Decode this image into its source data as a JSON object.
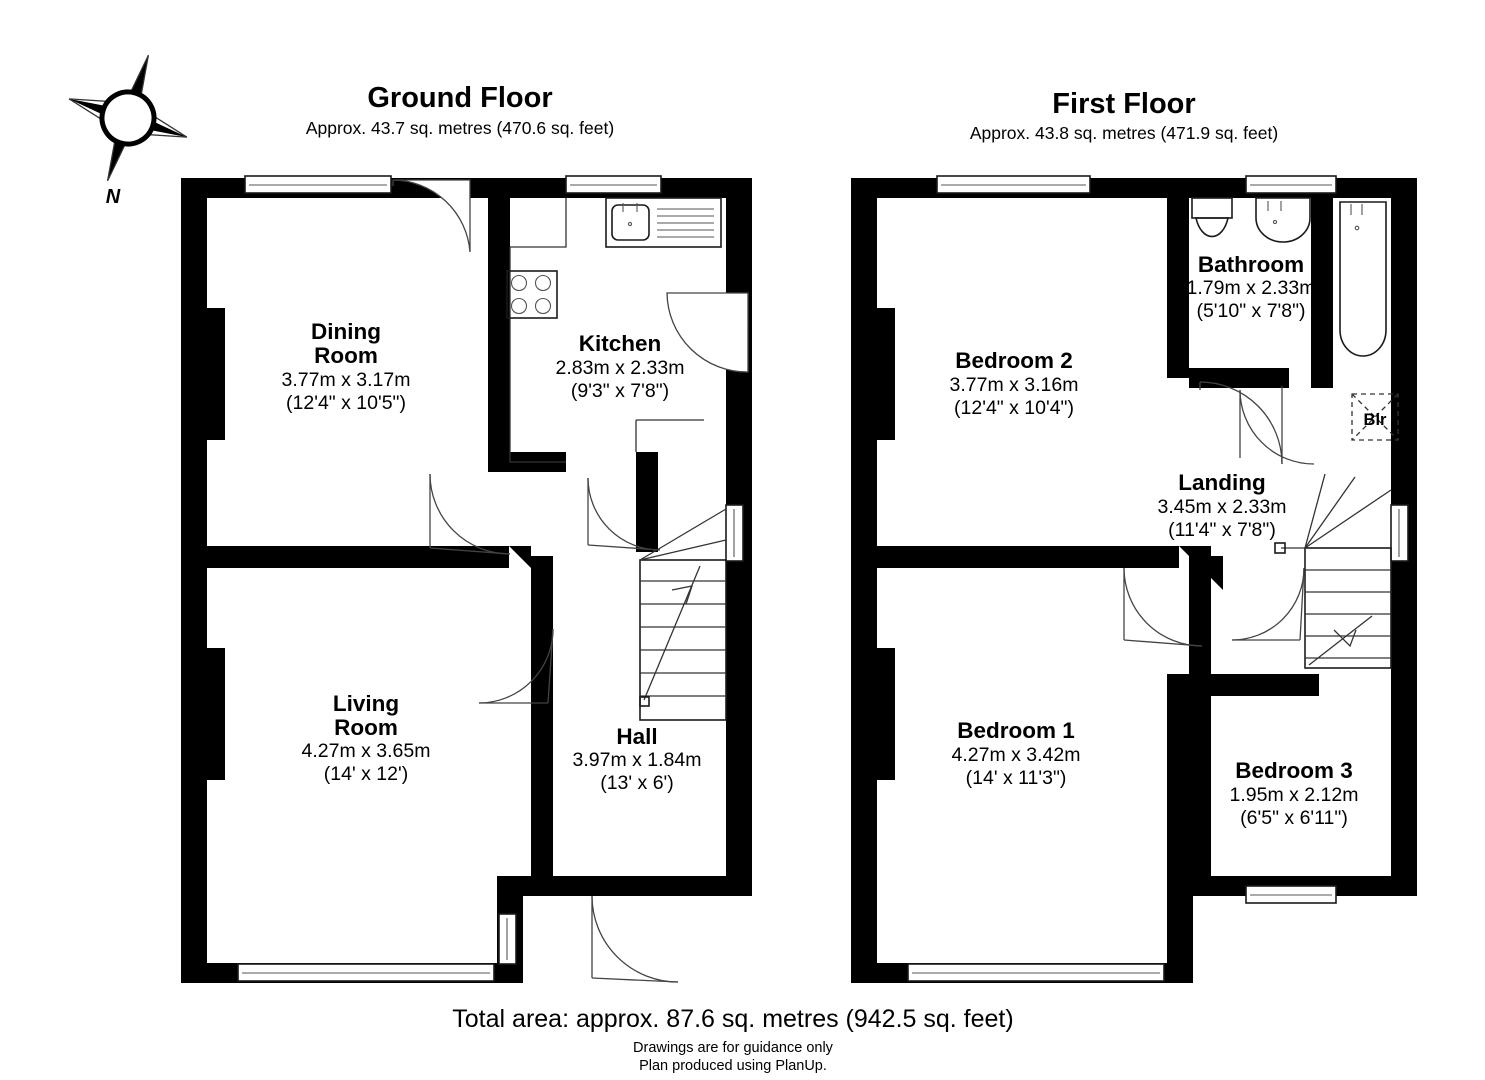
{
  "document": {
    "type": "floor-plan",
    "total_area_line": "Total area: approx. 87.6 sq. metres (942.5 sq. feet)",
    "disclaimer_line1": "Drawings are for guidance only",
    "disclaimer_line2": "Plan produced using PlanUp.",
    "compass_label": "N",
    "ink_color": "#000000",
    "paper_color": "#ffffff"
  },
  "floors": [
    {
      "id": "ground",
      "title": "Ground Floor",
      "subtitle": "Approx. 43.7 sq. metres (470.6 sq. feet)",
      "rooms": [
        {
          "id": "dining-room",
          "name_line1": "Dining",
          "name_line2": "Room",
          "metric": "3.77m x 3.17m",
          "imperial": "(12'4\" x 10'5\")"
        },
        {
          "id": "kitchen",
          "name_line1": "Kitchen",
          "name_line2": "",
          "metric": "2.83m x 2.33m",
          "imperial": "(9'3\" x 7'8\")"
        },
        {
          "id": "living-room",
          "name_line1": "Living",
          "name_line2": "Room",
          "metric": "4.27m x 3.65m",
          "imperial": "(14' x 12')"
        },
        {
          "id": "hall",
          "name_line1": "Hall",
          "name_line2": "",
          "metric": "3.97m x 1.84m",
          "imperial": "(13' x 6')"
        }
      ]
    },
    {
      "id": "first",
      "title": "First Floor",
      "subtitle": "Approx. 43.8 sq. metres (471.9 sq. feet)",
      "rooms": [
        {
          "id": "bedroom-2",
          "name_line1": "Bedroom 2",
          "name_line2": "",
          "metric": "3.77m x 3.16m",
          "imperial": "(12'4\" x 10'4\")"
        },
        {
          "id": "bathroom",
          "name_line1": "Bathroom",
          "name_line2": "",
          "metric": "1.79m x 2.33m",
          "imperial": "(5'10\" x 7'8\")"
        },
        {
          "id": "landing",
          "name_line1": "Landing",
          "name_line2": "",
          "metric": "3.45m x 2.33m",
          "imperial": "(11'4\" x 7'8\")"
        },
        {
          "id": "bedroom-1",
          "name_line1": "Bedroom 1",
          "name_line2": "",
          "metric": "4.27m x 3.42m",
          "imperial": "(14' x 11'3\")"
        },
        {
          "id": "bedroom-3",
          "name_line1": "Bedroom 3",
          "name_line2": "",
          "metric": "1.95m x 2.12m",
          "imperial": "(6'5\" x 6'11\")"
        }
      ],
      "annotations": [
        {
          "id": "boiler-cupboard",
          "label": "Blr"
        }
      ]
    }
  ],
  "fixtures": {
    "kitchen": [
      "sink-with-drainer",
      "hob-four-burner"
    ],
    "bathroom": [
      "wc",
      "wash-basin",
      "bath-tub"
    ]
  }
}
